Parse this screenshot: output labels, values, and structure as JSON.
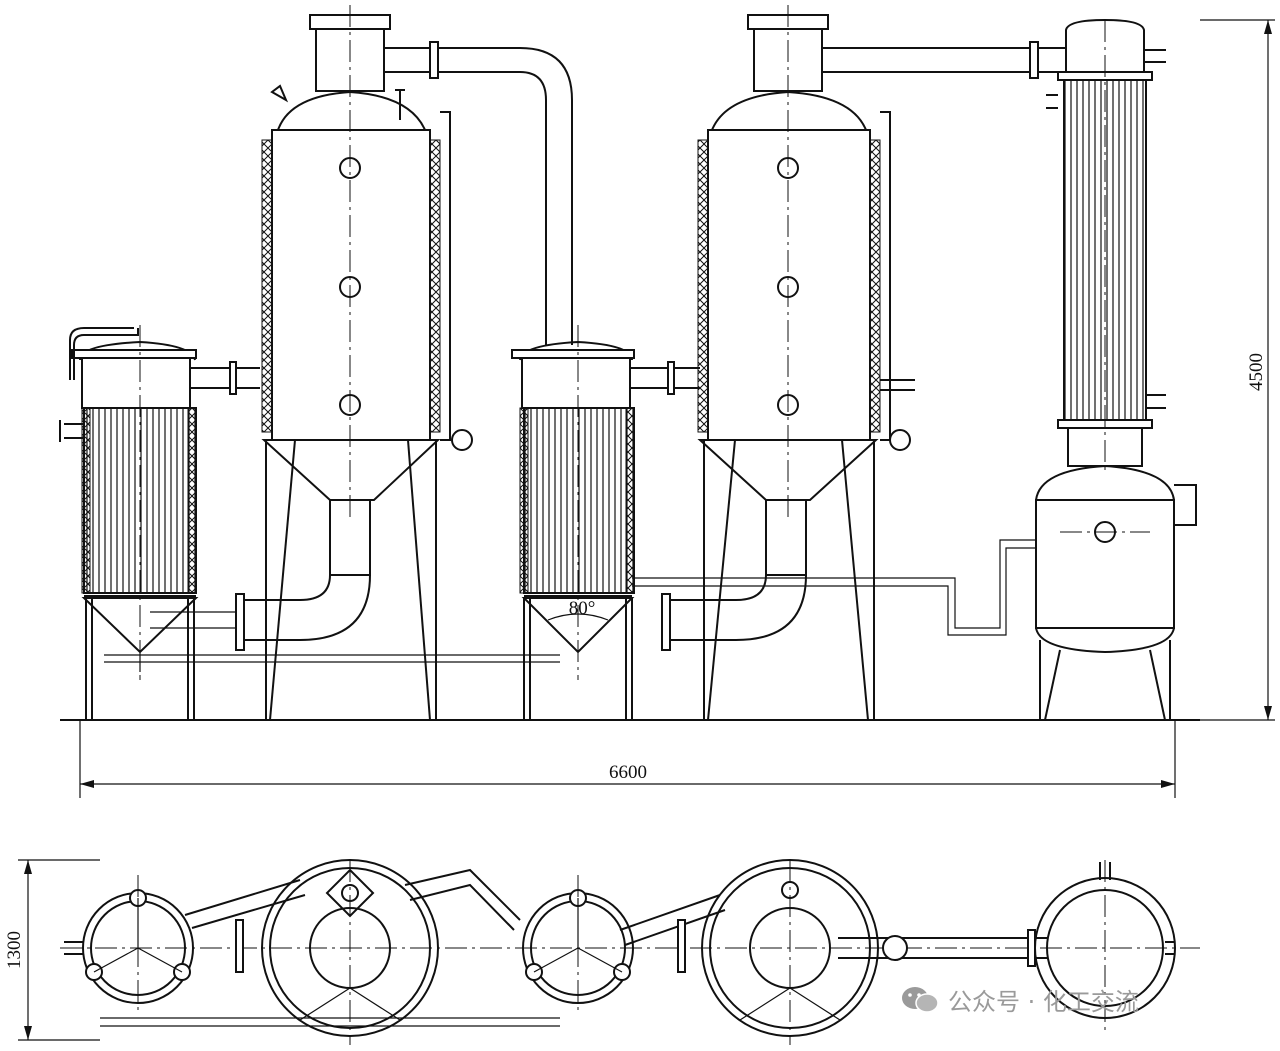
{
  "dimensions": {
    "width_label": "6600",
    "height_label": "4500",
    "plan_depth_label": "1300",
    "cone_angle_label": "80°"
  },
  "watermark": {
    "text": "公众号 · 化工交流"
  },
  "colors": {
    "line": "#111111",
    "background": "#ffffff",
    "watermark": "#9a9a9a"
  }
}
